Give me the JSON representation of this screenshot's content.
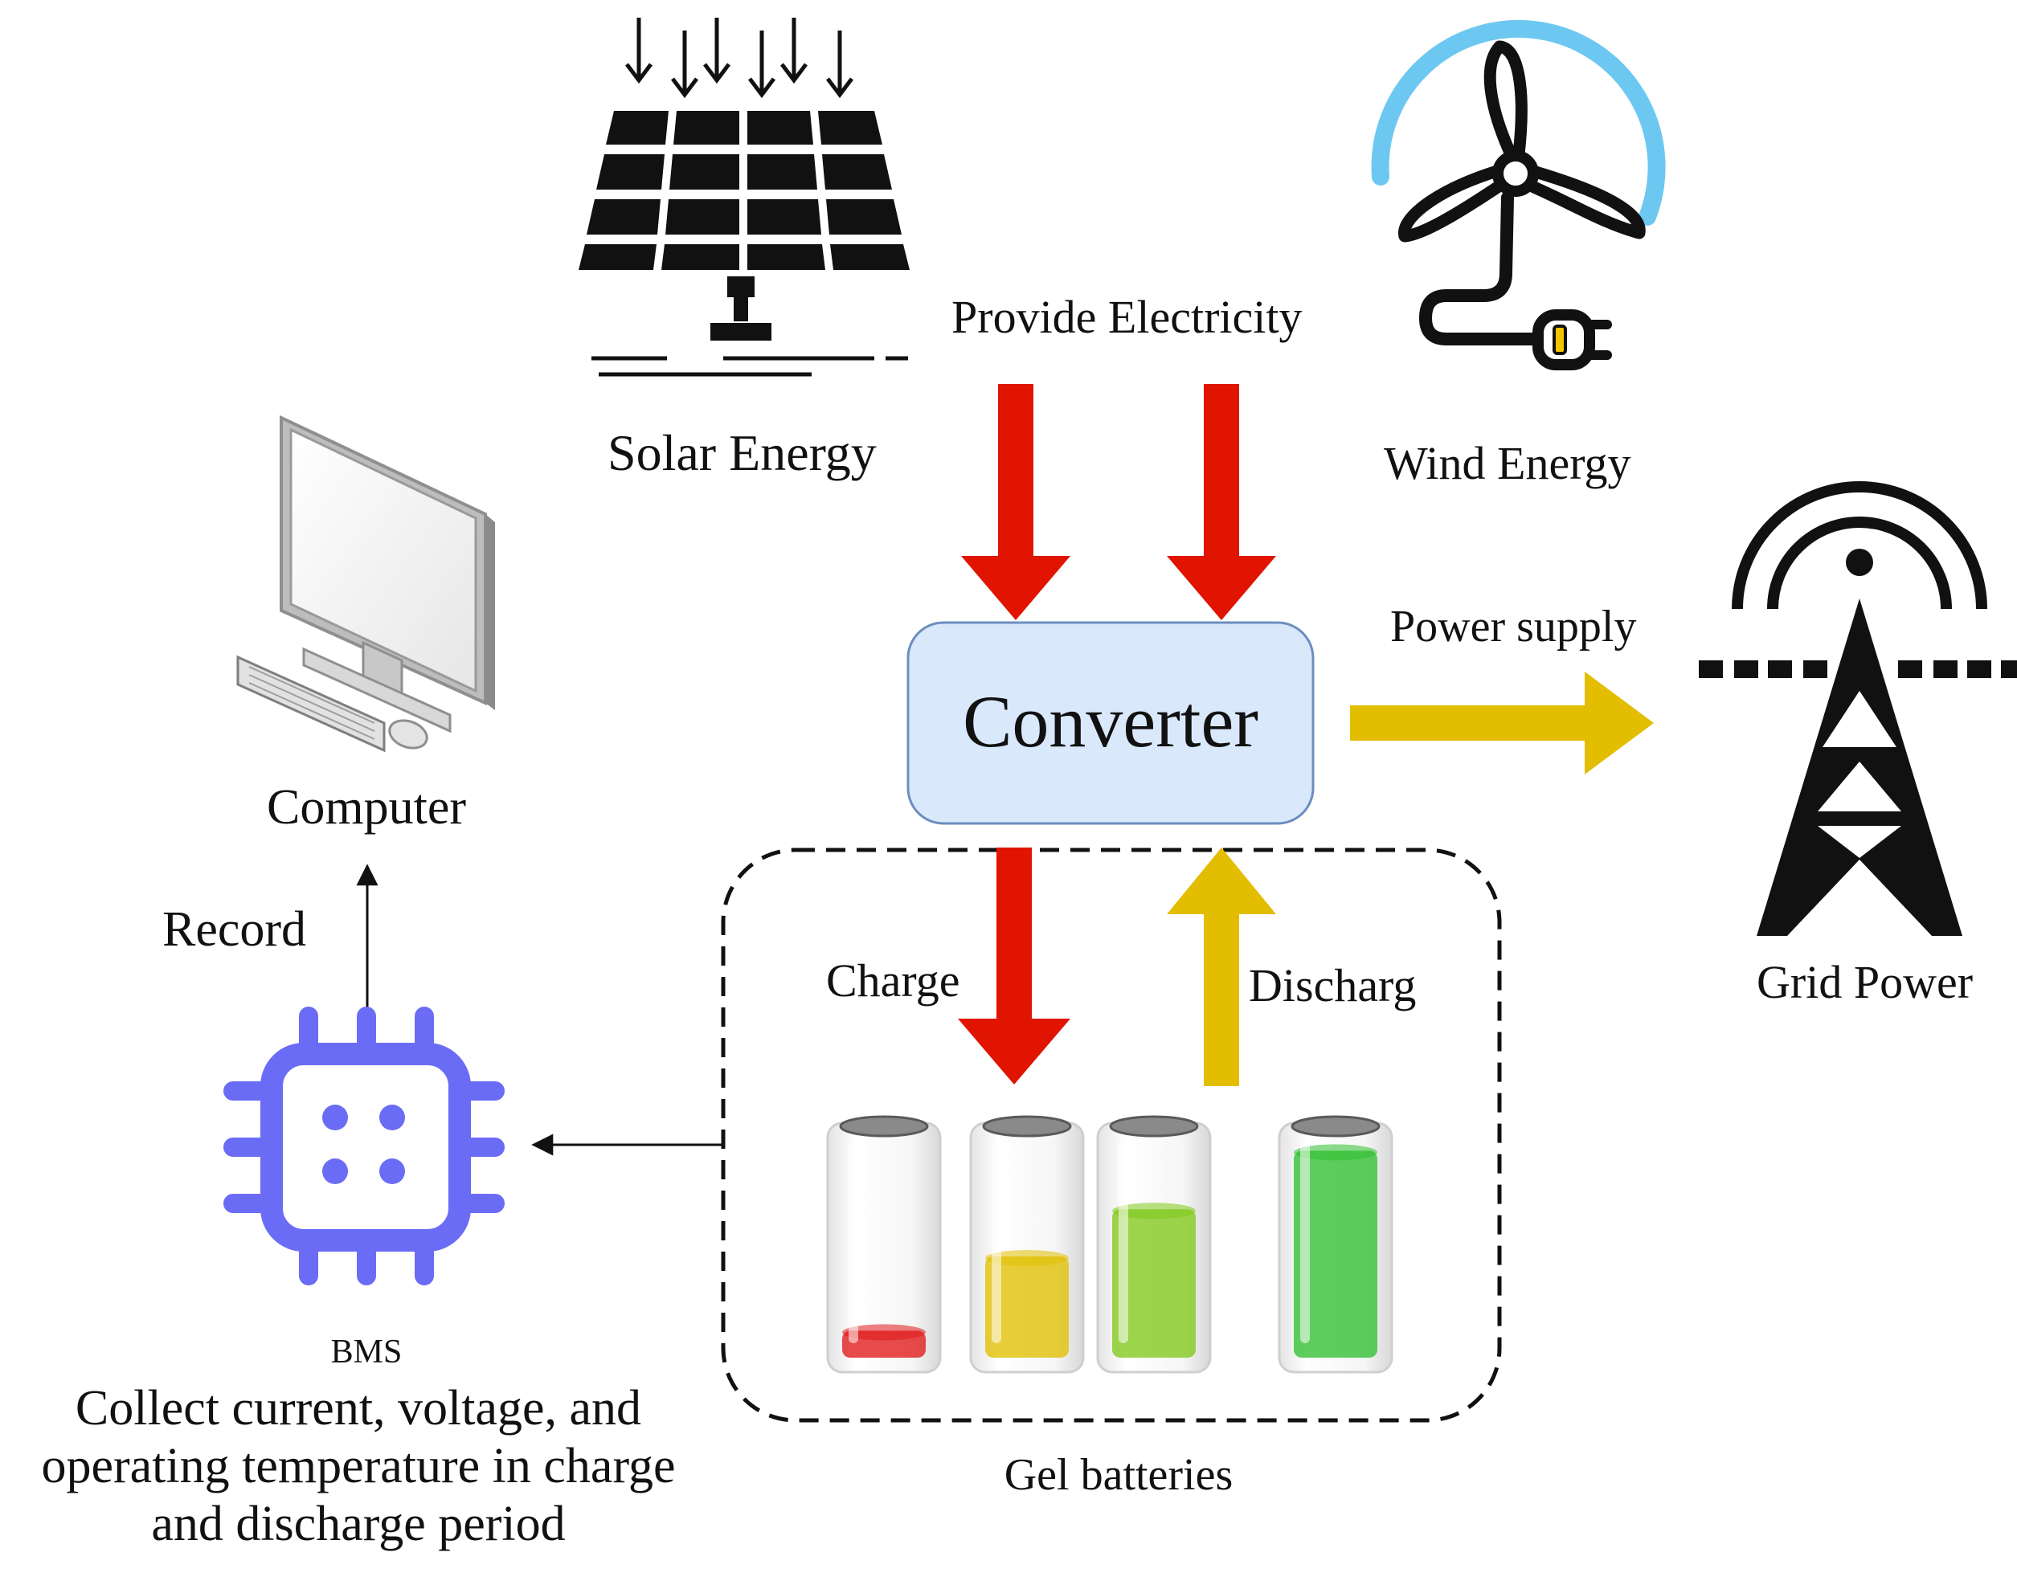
{
  "labels": {
    "provide_electricity": "Provide Electricity",
    "solar_energy": "Solar Energy",
    "wind_energy": "Wind Energy",
    "converter": "Converter",
    "power_supply": "Power supply",
    "grid_power": "Grid Power",
    "computer": "Computer",
    "record": "Record",
    "charge": "Charge",
    "discharge": "Discharg",
    "bms": "BMS",
    "bms_description": "Collect current, voltage, and operating temperature in charge and discharge period",
    "gel_batteries": "Gel batteries"
  },
  "colors": {
    "red_arrow": "#e01400",
    "yellow_arrow": "#e3bd00",
    "converter_fill": "#dae8fc",
    "converter_stroke": "#6c8ebf",
    "bms_chip": "#6b6cf5",
    "wind_arc": "#6cc8f0",
    "plug_accent": "#f5c400",
    "black": "#111111"
  },
  "batteries": [
    {
      "level": 0.12,
      "color": "#e01818"
    },
    {
      "level": 0.45,
      "color": "#e0c000"
    },
    {
      "level": 0.66,
      "color": "#80c81a"
    },
    {
      "level": 0.92,
      "color": "#30c030"
    }
  ],
  "icons": [
    "solar-panel-icon",
    "wind-turbine-icon",
    "transmission-tower-icon",
    "computer-icon",
    "bms-chip-icon",
    "battery-icon"
  ]
}
